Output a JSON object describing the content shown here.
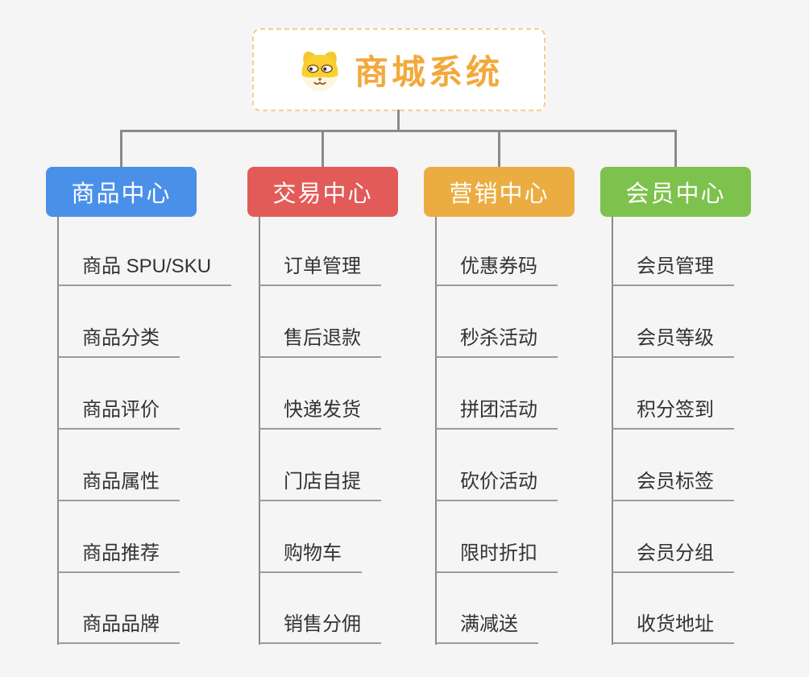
{
  "root": {
    "title": "商城系统",
    "icon": "dog-face-icon"
  },
  "branches": [
    {
      "label": "商品中心",
      "color": "#4a90e8",
      "children": [
        "商品 SPU/SKU",
        "商品分类",
        "商品评价",
        "商品属性",
        "商品推荐",
        "商品品牌"
      ]
    },
    {
      "label": "交易中心",
      "color": "#e25b58",
      "children": [
        "订单管理",
        "售后退款",
        "快递发货",
        "门店自提",
        "购物车",
        "销售分佣"
      ]
    },
    {
      "label": "营销中心",
      "color": "#ebad42",
      "children": [
        "优惠券码",
        "秒杀活动",
        "拼团活动",
        "砍价活动",
        "限时折扣",
        "满减送"
      ]
    },
    {
      "label": "会员中心",
      "color": "#7dc24c",
      "children": [
        "会员管理",
        "会员等级",
        "积分签到",
        "会员标签",
        "会员分组",
        "收货地址"
      ]
    }
  ],
  "colors": {
    "background": "#f5f5f5",
    "connector": "#8a8a8a",
    "underline": "#9b9b9b",
    "leaf_text": "#333333",
    "root_accent": "#f2a93b",
    "root_border": "#f6ce8e",
    "node_text": "#ffffff"
  }
}
